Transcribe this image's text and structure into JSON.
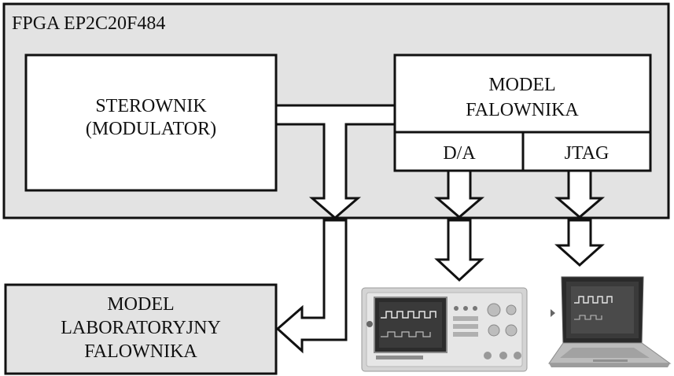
{
  "fpga": {
    "title": "FPGA EP2C20F484"
  },
  "controller": {
    "line1": "STEROWNIK",
    "line2": "(MODULATOR)"
  },
  "inverter_model": {
    "line1": "MODEL",
    "line2": "FALOWNIKA",
    "port_da": "D/A",
    "port_jtag": "JTAG"
  },
  "lab_model": {
    "line1": "MODEL",
    "line2": "LABORATORYJNY",
    "line3": "FALOWNIKA"
  },
  "colors": {
    "fpga_fill": "#e3e3e3",
    "box_fill": "#ffffff",
    "stroke": "#111111"
  }
}
